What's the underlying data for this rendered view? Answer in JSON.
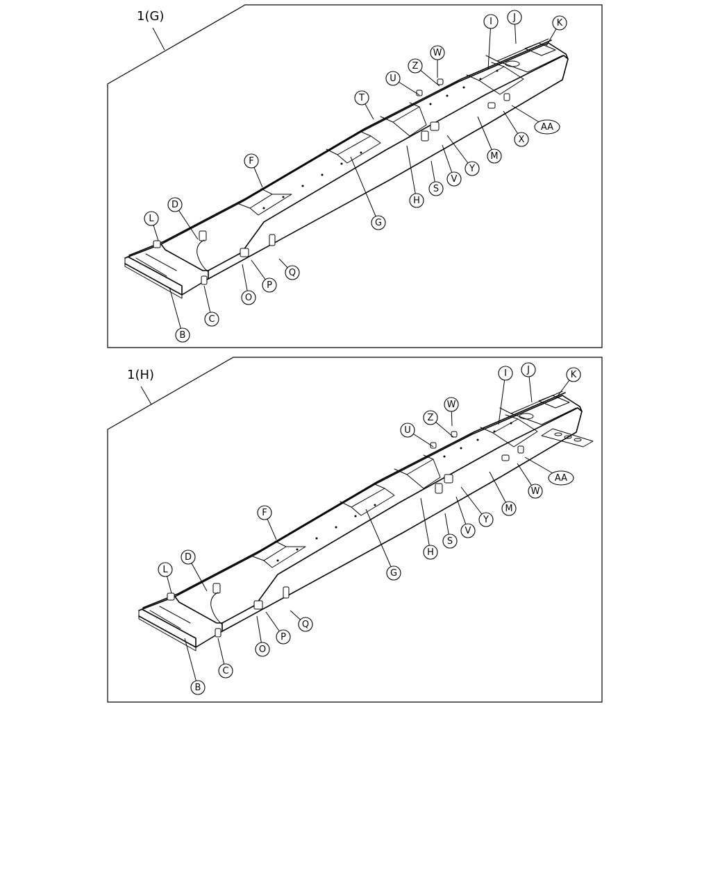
{
  "panels": [
    {
      "title": "1(G)",
      "callouts": [
        "I",
        "J",
        "K",
        "W",
        "Z",
        "U",
        "T",
        "AA",
        "X",
        "M",
        "Y",
        "V",
        "S",
        "H",
        "G",
        "F",
        "D",
        "L",
        "Q",
        "P",
        "O",
        "C",
        "B"
      ]
    },
    {
      "title": "1(H)",
      "callouts": [
        "I",
        "J",
        "K",
        "W",
        "Z",
        "U",
        "AA",
        "W",
        "M",
        "Y",
        "V",
        "S",
        "H",
        "G",
        "F",
        "D",
        "L",
        "Q",
        "P",
        "O",
        "C",
        "B"
      ]
    }
  ]
}
